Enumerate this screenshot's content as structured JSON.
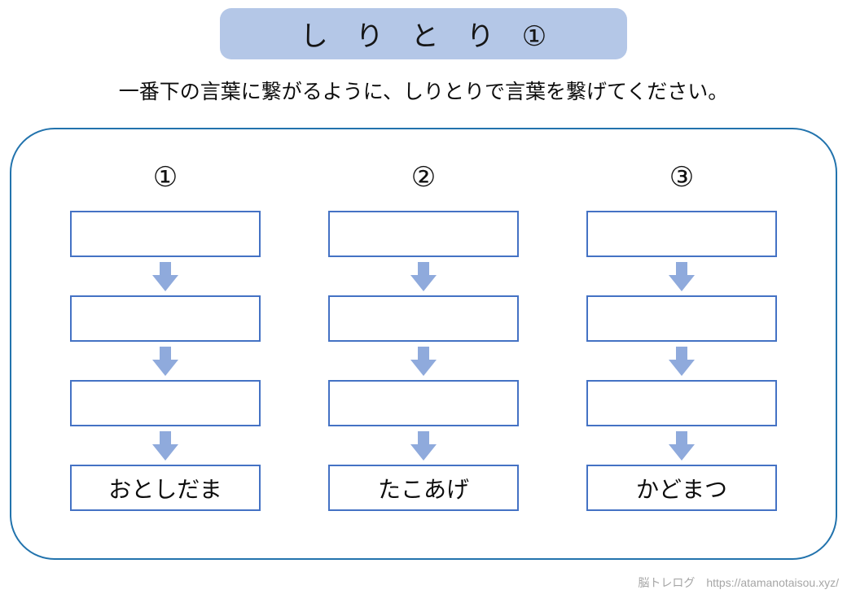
{
  "page": {
    "title": "し　り　と　り　①",
    "instruction": "一番下の言葉に繋がるように、しりとりで言葉を繋げてください。",
    "footer": "脳トレログ　https://atamanotaisou.xyz/"
  },
  "colors": {
    "title_bg": "#b4c7e7",
    "box_border": "#4472c4",
    "arrow_fill": "#8faadc",
    "panel_border": "#2273ad",
    "footer_text": "#a6a6a6"
  },
  "icons": {
    "down_arrow": "⬇"
  },
  "columns": [
    {
      "label": "①",
      "blank_count": 3,
      "answer": "おとしだま"
    },
    {
      "label": "②",
      "blank_count": 3,
      "answer": "たこあげ"
    },
    {
      "label": "③",
      "blank_count": 3,
      "answer": "かどまつ"
    }
  ]
}
